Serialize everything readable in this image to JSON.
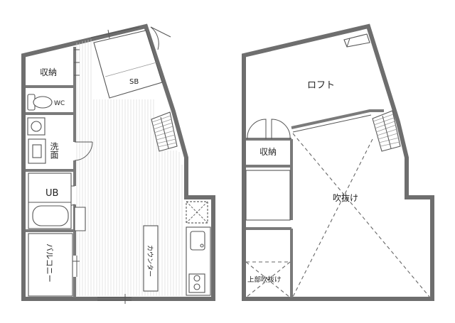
{
  "floor1": {
    "storage": "収納",
    "wc": "WC",
    "washroom": "洗面",
    "bath": "UB",
    "balcony": "バルコニー",
    "shoe_box": "SB",
    "counter": "カウンター"
  },
  "loft_floor": {
    "loft": "ロフト",
    "storage": "収納",
    "atrium": "吹抜け",
    "upper_atrium": "上部吹抜け"
  }
}
